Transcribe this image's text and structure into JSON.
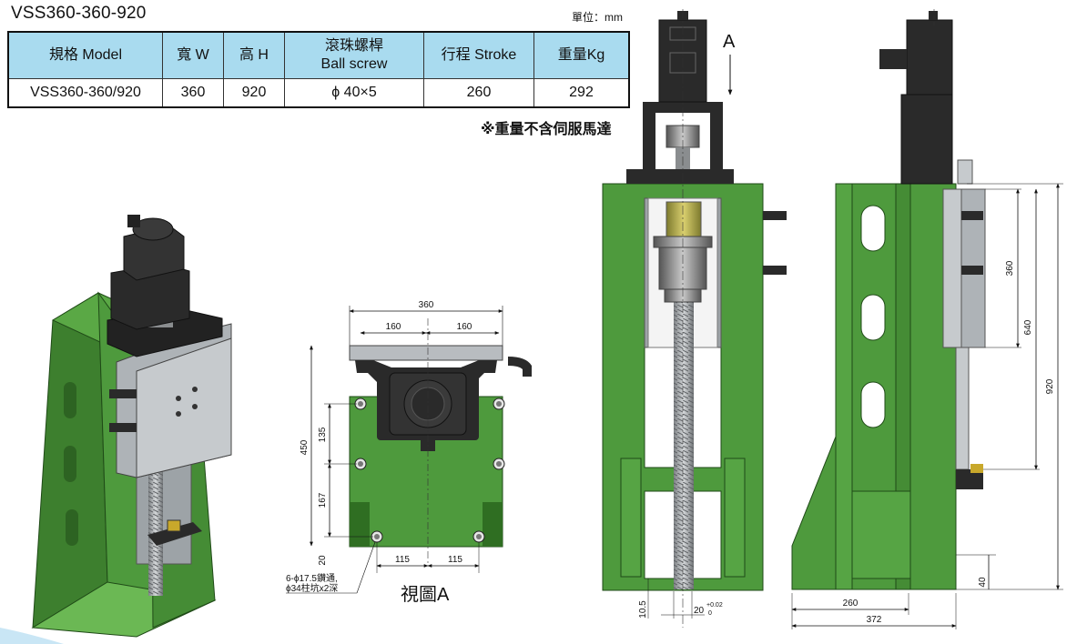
{
  "title": "VSS360-360-920",
  "unit": "單位：mm",
  "table": {
    "headers": [
      "規格 Model",
      "寬 W",
      "高 H",
      "滾珠螺桿",
      "Ball screw",
      "行程 Stroke",
      "重量Kg"
    ],
    "row": [
      "VSS360-360/920",
      "360",
      "920",
      "ϕ 40×5",
      "260",
      "292"
    ]
  },
  "note": "※重量不含伺服馬達",
  "view_a": {
    "label": "視圖A",
    "dims": {
      "width": "360",
      "half_left": "160",
      "half_right": "160",
      "height": "450",
      "upper": "135",
      "lower": "167",
      "base": "20",
      "hole_left": "115",
      "hole_right": "115"
    },
    "hole_note_1": "6-ϕ17.5鑽通,",
    "hole_note_2": "ϕ34柱坑x2深"
  },
  "front_view": {
    "arrow_label": "A",
    "dim_bottom": "10.5",
    "dim_slot": "20",
    "tol_plus": "+0.02",
    "tol_zero": "0"
  },
  "side_view": {
    "dim_360": "360",
    "dim_640": "640",
    "dim_920": "920",
    "dim_40": "40",
    "dim_260": "260",
    "dim_372": "372"
  },
  "colors": {
    "green": "#4e9a3d",
    "green_dark": "#2f6e22",
    "header_blue": "#a9dbef",
    "metal": "#b8bcc0",
    "motor": "#2a2a2a"
  }
}
